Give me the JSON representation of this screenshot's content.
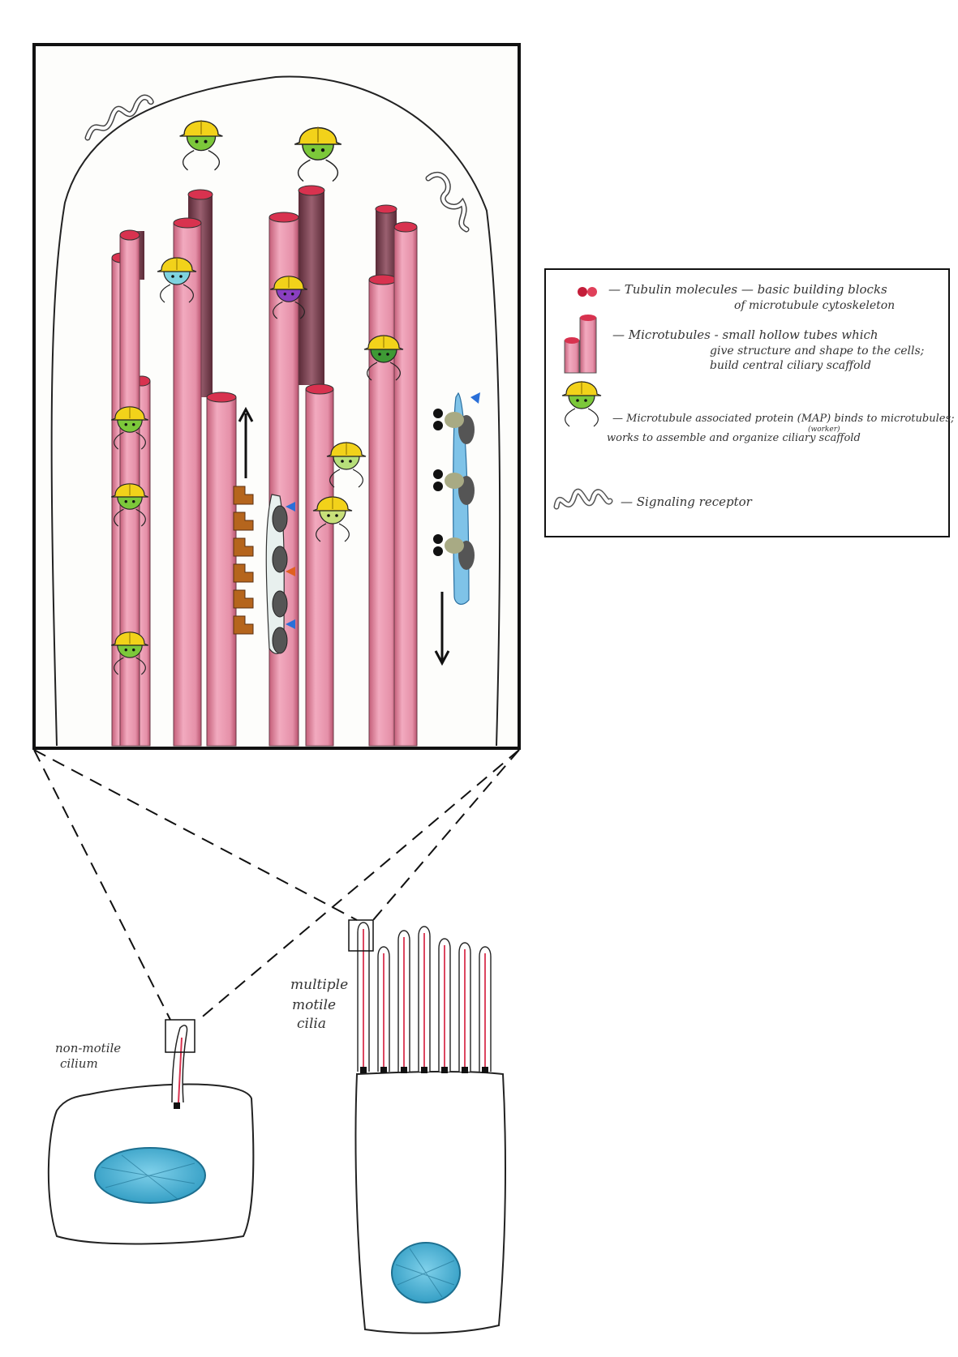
{
  "legend": {
    "items": [
      {
        "icon": "tubulin-dimer-icon",
        "lines": [
          "— Tubulin molecules — basic building blocks",
          "of microtubule cytoskeleton"
        ]
      },
      {
        "icon": "microtubule-icon",
        "lines": [
          "— Microtubules - small hollow tubes which",
          "give structure and shape to the cells;",
          "build central ciliary scaffold"
        ]
      },
      {
        "icon": "map-worker-icon",
        "lines": [
          "— Microtubule associated protein (MAP) binds to microtubules;",
          "(worker)",
          "works to assemble and organize ciliary scaffold"
        ]
      },
      {
        "icon": "signaling-receptor-icon",
        "lines": [
          "— Signaling receptor"
        ]
      }
    ]
  },
  "cells": {
    "non_motile_label": [
      "non-motile",
      "cilium"
    ],
    "multi_motile_label": [
      "multiple",
      "motile",
      "cilia"
    ]
  },
  "colors": {
    "microtubule": "#e89bb0",
    "microtubule_dark": "#8a3a4f",
    "microtubule_top": "#d8324f",
    "worker_body": "#7cc83a",
    "helmet": "#f2d21a",
    "nucleus": "#4ab5d6",
    "cargo_brown": "#b5651d",
    "motor_blue": "#7fc3e8"
  }
}
